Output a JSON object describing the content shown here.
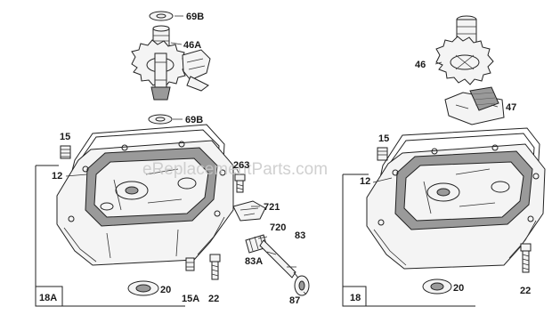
{
  "watermark": "eReplacementParts.com",
  "labels": {
    "l69b_top": "69B",
    "l46a": "46A",
    "l69b_mid": "69B",
    "l15_left": "15",
    "l12_left": "12",
    "l263": "263",
    "l721": "721",
    "l720": "720",
    "l83": "83",
    "l83a": "83A",
    "l87": "87",
    "l20_left": "20",
    "l15a": "15A",
    "l22_left": "22",
    "l18a": "18A",
    "l46": "46",
    "l47": "47",
    "l15_right": "15",
    "l12_right": "12",
    "l18": "18",
    "l20_right": "20",
    "l22_right": "22"
  }
}
